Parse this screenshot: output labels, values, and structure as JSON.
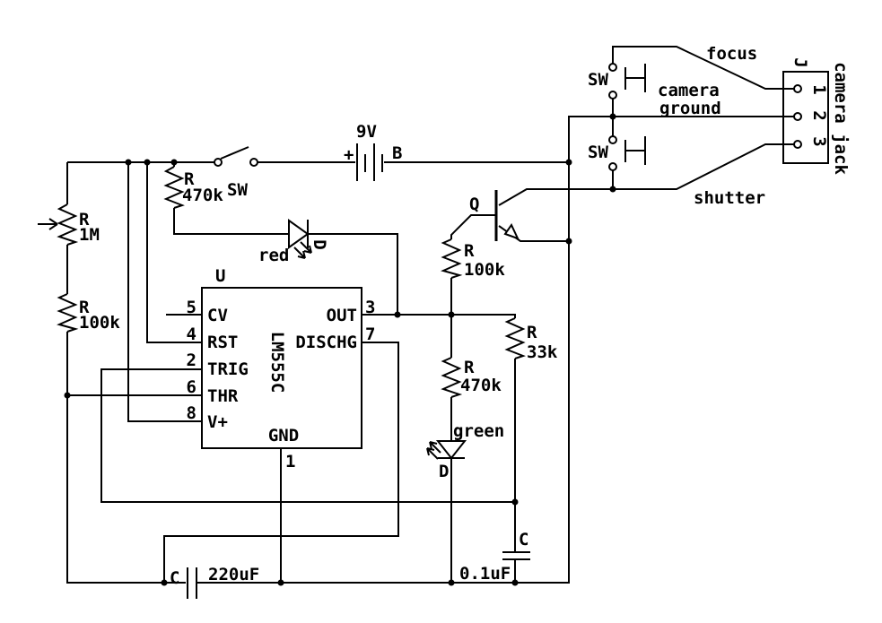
{
  "power": {
    "switch_label": "SW",
    "battery_voltage": "9V",
    "battery_plus": "+",
    "battery_ref": "B"
  },
  "timing_network": {
    "pot_ref": "R",
    "pot_value": "1M",
    "r_lower_ref": "R",
    "r_lower_value": "100k",
    "r_charge_ref": "R",
    "r_charge_value": "470k"
  },
  "red_indicator": {
    "led_name": "red",
    "led_ref": "D"
  },
  "ic": {
    "ref": "U",
    "part": "LM555C",
    "pins_left": [
      {
        "num": "5",
        "name": "CV"
      },
      {
        "num": "4",
        "name": "RST"
      },
      {
        "num": "2",
        "name": "TRIG"
      },
      {
        "num": "6",
        "name": "THR"
      },
      {
        "num": "8",
        "name": "V+"
      }
    ],
    "pins_right": [
      {
        "num": "3",
        "name": "OUT"
      },
      {
        "num": "7",
        "name": "DISCHG"
      }
    ],
    "pin_bottom": {
      "num": "1",
      "name": "GND"
    }
  },
  "output_stage": {
    "transistor_ref": "Q",
    "r_base_ref": "R",
    "r_base_value": "100k",
    "r_pullup_ref": "R",
    "r_pullup_value": "33k",
    "r_led_ref": "R",
    "r_led_value": "470k",
    "led_name": "green",
    "led_ref": "D"
  },
  "capacitors": {
    "timing_ref": "C",
    "timing_value": "220uF",
    "bypass_ref": "C",
    "bypass_value": "0.1uF"
  },
  "camera_interface": {
    "focus_button_label": "SW",
    "shutter_button_label": "SW",
    "focus_net": "focus",
    "ground_net_line1": "camera",
    "ground_net_line2": "ground",
    "shutter_net": "shutter",
    "jack_ref": "J",
    "jack_title": "camera jack",
    "jack_pins": [
      "1",
      "2",
      "3"
    ]
  }
}
